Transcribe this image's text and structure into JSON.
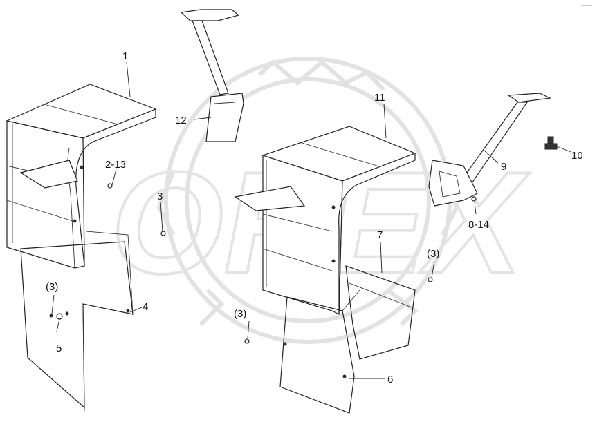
{
  "diagram": {
    "watermark_text": "OREX",
    "labels": {
      "p1": "1",
      "p2_13": "2-13",
      "p3a": "3",
      "p3b": "(3)",
      "p3c": "(3)",
      "p3d": "(3)",
      "p4": "4",
      "p5": "5",
      "p6": "6",
      "p7": "7",
      "p8_14": "8-14",
      "p9": "9",
      "p10": "10",
      "p11": "11",
      "p12": "12"
    },
    "colors": {
      "line": "#222222",
      "watermark": "#e6e6e6",
      "background": "#ffffff"
    }
  }
}
